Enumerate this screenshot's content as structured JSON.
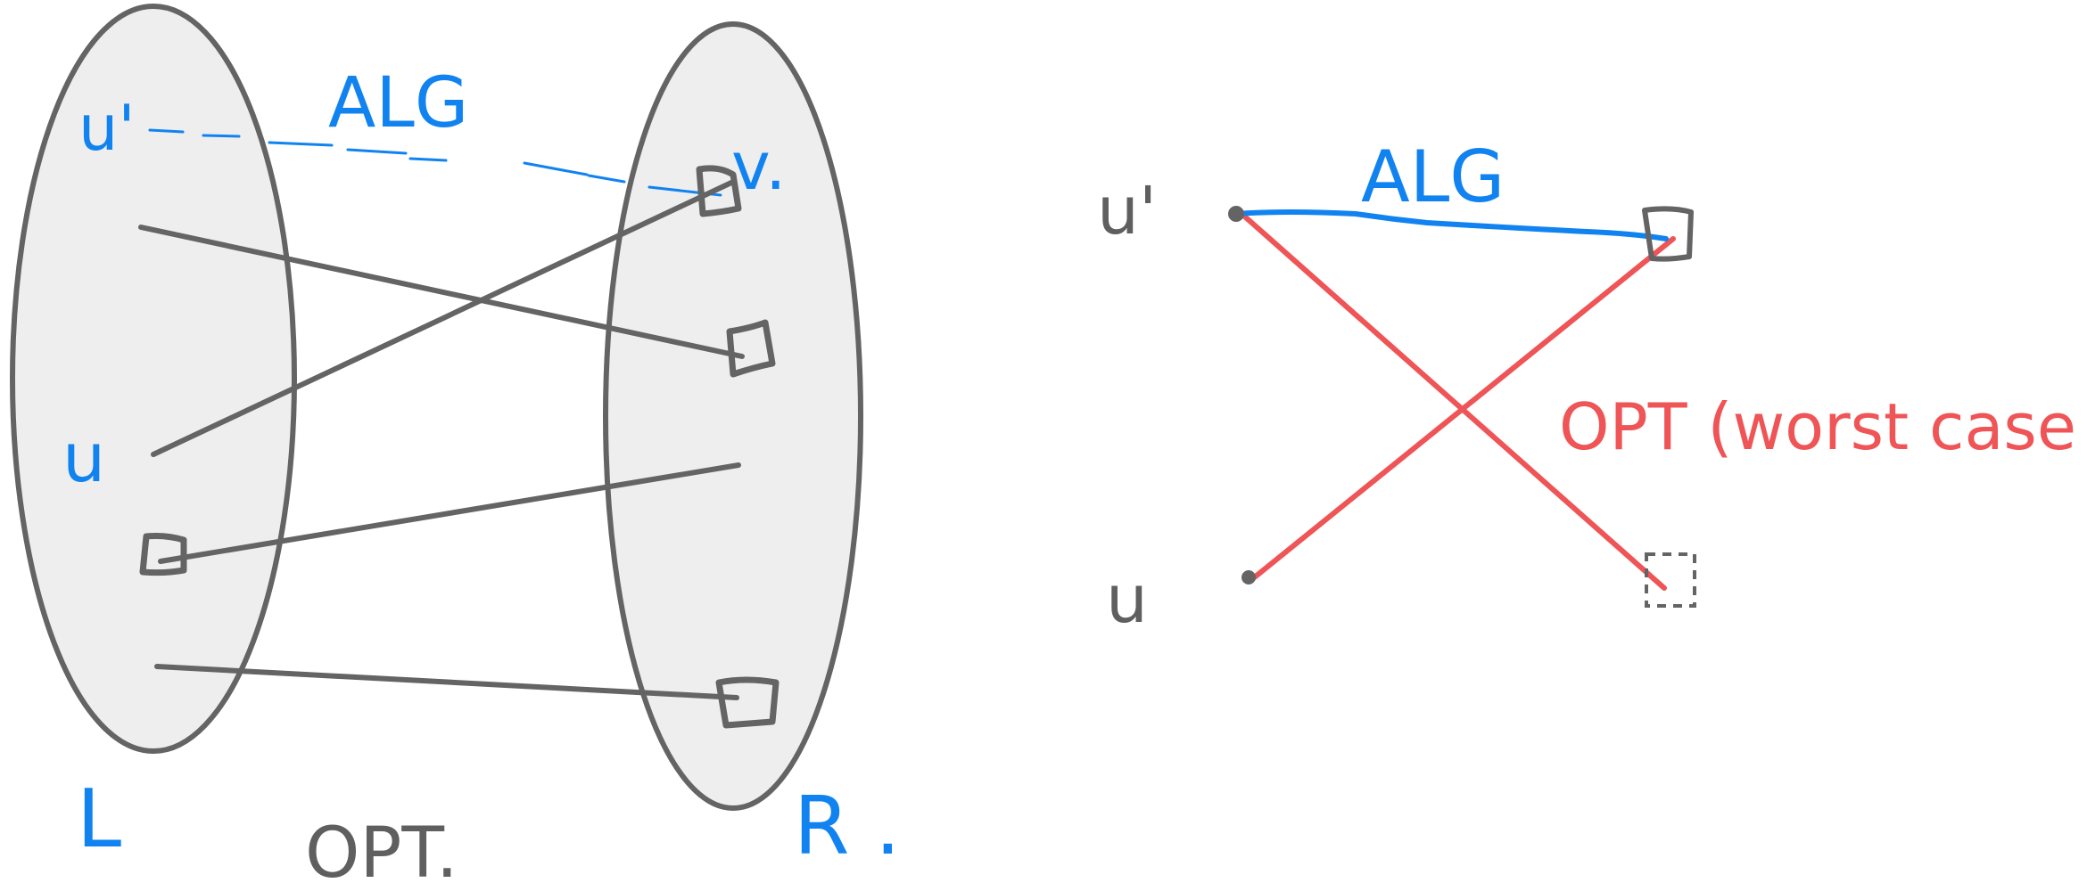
{
  "colors": {
    "gray": "#646464",
    "set_fill": "#eeeeee",
    "blue": "#1183f0",
    "red": "#ef5456",
    "background": "#ffffff"
  },
  "left_diagram": {
    "set_left_label": "L",
    "set_right_label": "R .",
    "node_u_prime": "u'",
    "node_u": "u",
    "node_v": "v.",
    "alg_label": "ALG",
    "opt_label": "OPT."
  },
  "right_diagram": {
    "node_u_prime": "u'",
    "node_u": "u",
    "alg_label": "ALG",
    "opt_label": "OPT (worst case"
  }
}
